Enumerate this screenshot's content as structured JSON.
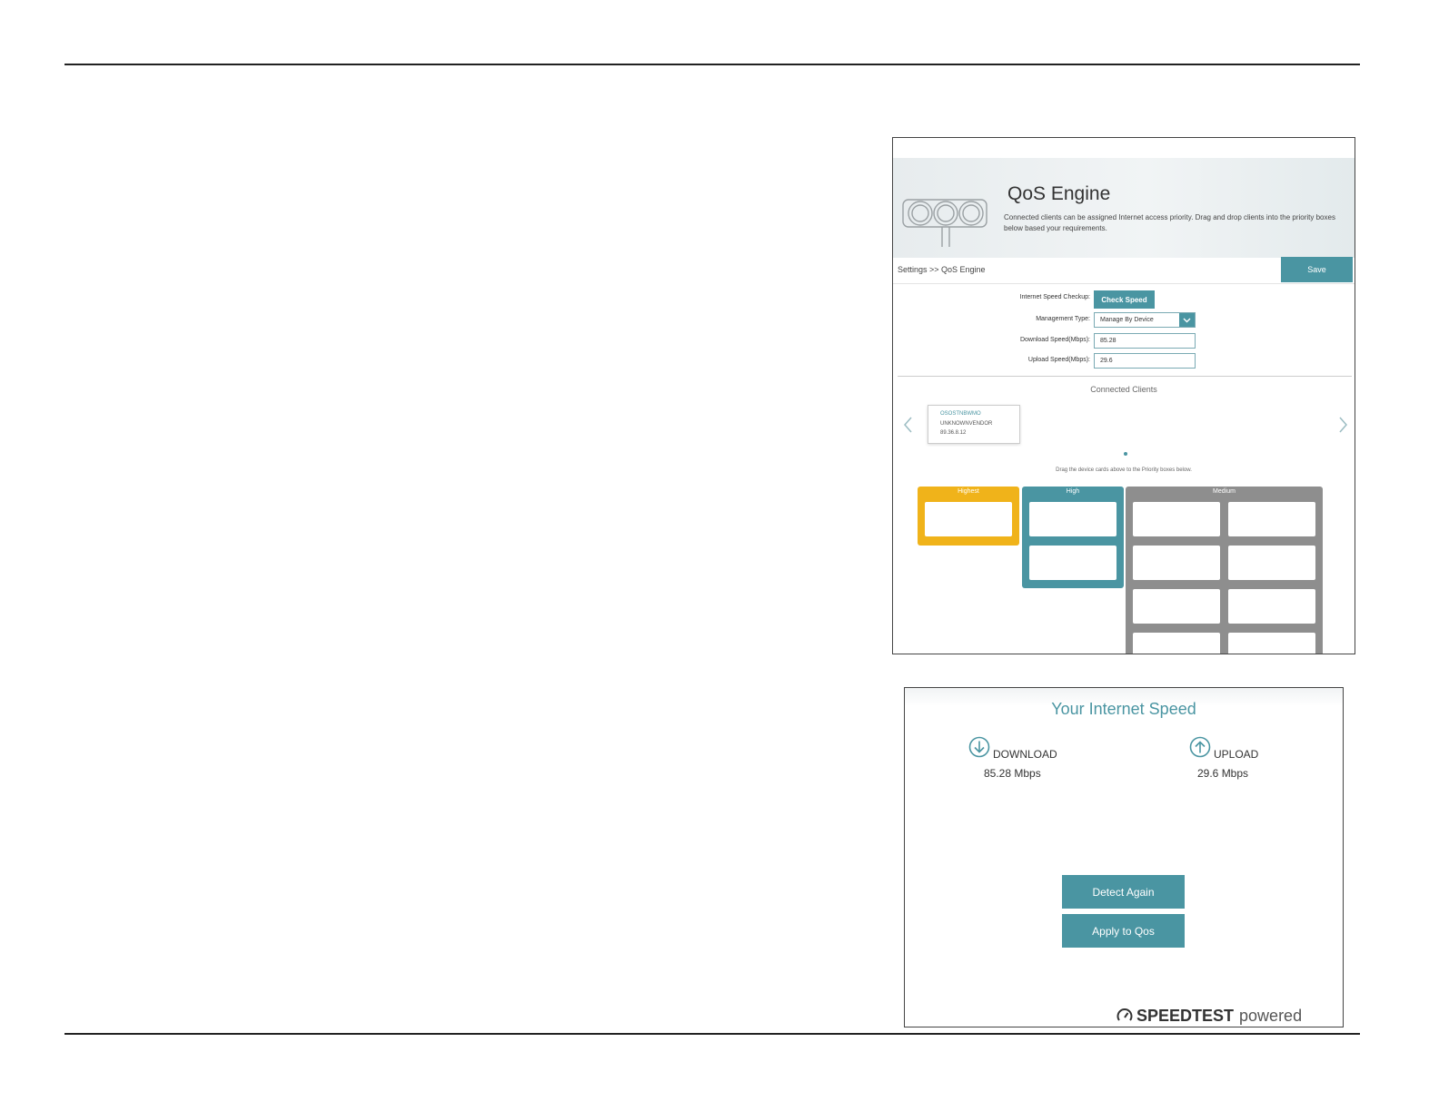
{
  "qos": {
    "title": "QoS Engine",
    "description": "Connected clients can be assigned Internet access priority. Drag and drop clients into the priority boxes below based your requirements.",
    "breadcrumb": "Settings >> QoS Engine",
    "save_label": "Save",
    "fields": {
      "speed_checkup_label": "Internet Speed Checkup:",
      "check_speed_label": "Check Speed",
      "management_type_label": "Management Type:",
      "management_type_value": "Manage By Device",
      "download_label": "Download Speed(Mbps):",
      "download_value": "85.28",
      "upload_label": "Upload Speed(Mbps):",
      "upload_value": "29.6"
    },
    "connected_clients_title": "Connected Clients",
    "client_card": {
      "name": "OSOSTNBWMO",
      "vendor": "UNKNOWNVENDOR",
      "ip": "89.36.8.12"
    },
    "drag_hint": "Drag the device cards above to the Priority boxes below.",
    "priority_boxes": {
      "highest": "Highest",
      "high": "High",
      "medium": "Medium"
    }
  },
  "speedtest": {
    "title": "Your Internet Speed",
    "download_label": "DOWNLOAD",
    "download_value": "85.28 Mbps",
    "upload_label": "UPLOAD",
    "upload_value": "29.6 Mbps",
    "detect_again_label": "Detect Again",
    "apply_label": "Apply to Qos",
    "logo_brand": "SPEEDTEST",
    "logo_suffix": "powered"
  },
  "colors": {
    "accent": "#4a95a2",
    "highest": "#f0b31a",
    "high": "#4a95a2",
    "medium": "#8e8e8e"
  }
}
